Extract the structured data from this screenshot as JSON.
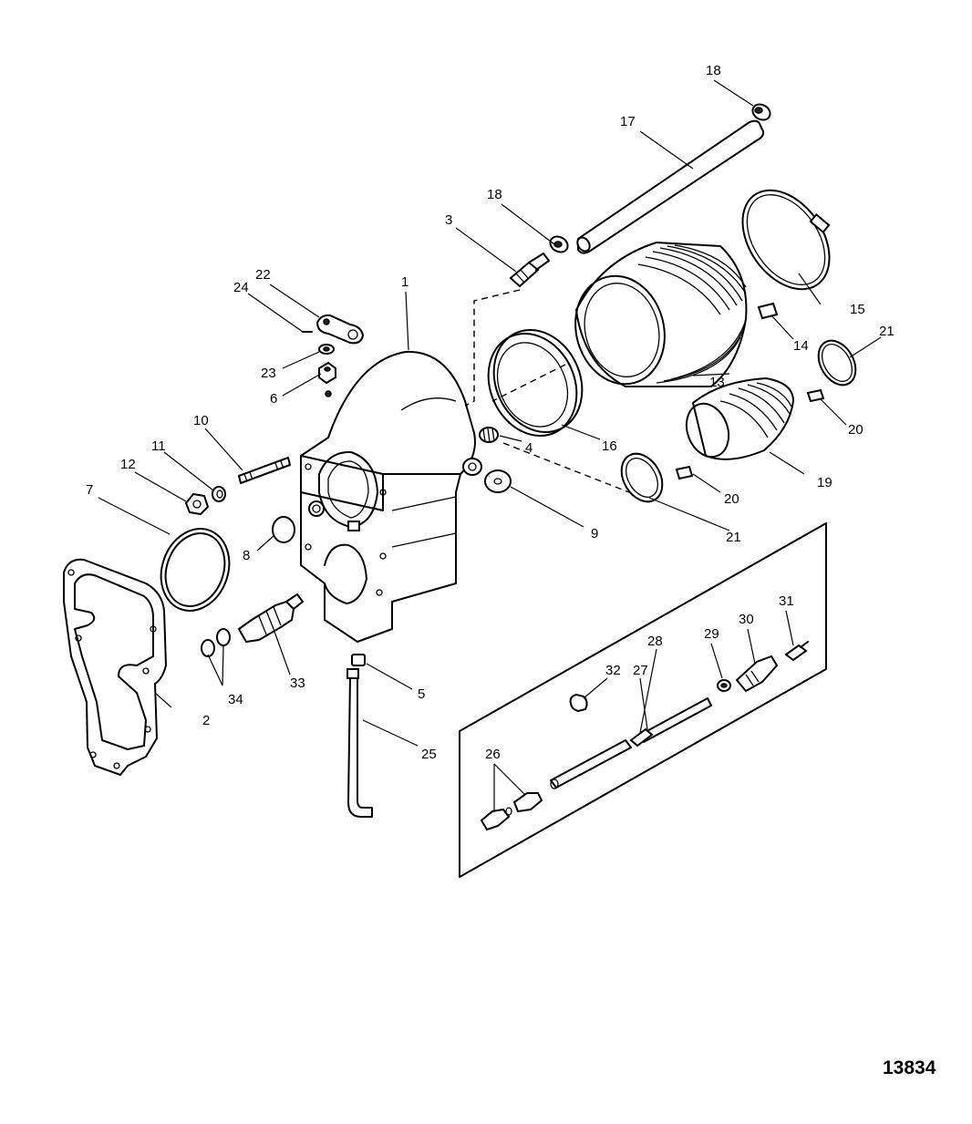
{
  "figure_number": "13834",
  "callouts": {
    "c1": "1",
    "c2": "2",
    "c3": "3",
    "c4": "4",
    "c5": "5",
    "c6": "6",
    "c7": "7",
    "c8": "8",
    "c9": "9",
    "c10": "10",
    "c11": "11",
    "c12": "12",
    "c13": "13",
    "c14": "14",
    "c15": "15",
    "c16": "16",
    "c17": "17",
    "c18a": "18",
    "c18b": "18",
    "c19": "19",
    "c20a": "20",
    "c20b": "20",
    "c21a": "21",
    "c21b": "21",
    "c22": "22",
    "c23": "23",
    "c24": "24",
    "c25": "25",
    "c26": "26",
    "c27": "27",
    "c28": "28",
    "c29": "29",
    "c30": "30",
    "c31": "31",
    "c32": "32",
    "c33": "33",
    "c34": "34"
  }
}
